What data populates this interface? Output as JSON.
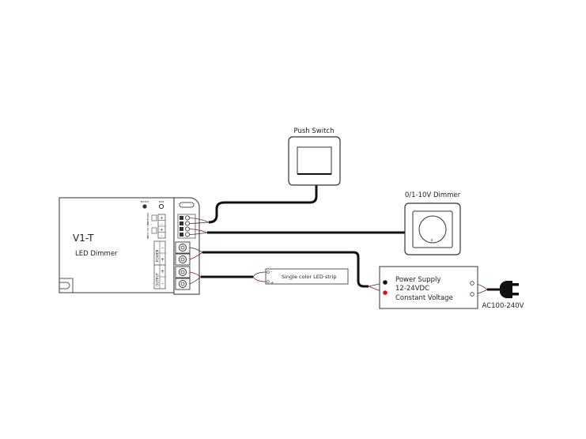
{
  "controller": {
    "model": "V1-T",
    "subtitle": "LED Dimmer",
    "match_label": "MATCH",
    "run_label": "RUN",
    "push_dim_label": "PUSH DIM",
    "input_label": "INPUT 0/1-10V",
    "power_label": "POWER",
    "output_label": "OUTPUT",
    "plus": "+",
    "minus": "–"
  },
  "push_switch": {
    "label": "Push Switch"
  },
  "dimmer": {
    "label": "0/1-10V Dimmer"
  },
  "led_strip": {
    "label": "Single color LED strip",
    "minus": "–",
    "plus": "+"
  },
  "power_supply": {
    "line1": "Power Supply",
    "line2": "12-24VDC",
    "line3": "Constant Voltage"
  },
  "ac_plug": {
    "label": "AC100-240V"
  },
  "colors": {
    "wire": "#111111",
    "red_wire": "#8a1a2a",
    "red_terminal": "#d4101c",
    "outline": "#555555"
  }
}
